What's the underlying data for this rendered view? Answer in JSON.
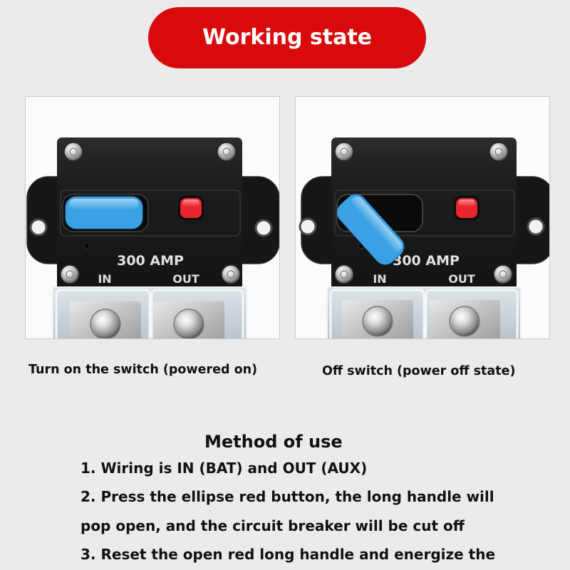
{
  "banner": {
    "title": "Working state"
  },
  "panels": [
    {
      "caption": "Turn on the switch (powered on)",
      "handle_open": false,
      "device": {
        "rating": "300 AMP",
        "in_label": "IN",
        "out_label": "OUT"
      }
    },
    {
      "caption": "Off switch (power off state)",
      "handle_open": true,
      "device": {
        "rating": "300 AMP",
        "in_label": "IN",
        "out_label": "OUT"
      }
    }
  ],
  "instructions": {
    "heading": "Method of use",
    "lines": [
      "1. Wiring is IN (BAT) and OUT (AUX)",
      "2. Press the ellipse red button, the long handle will",
      "pop open, and the circuit breaker will be cut off",
      "3. Reset the open red long handle and energize the"
    ]
  },
  "colors": {
    "page_background": "#ebebeb",
    "banner": "#d90a0c",
    "banner_text": "#ffffff",
    "text": "#111111",
    "breaker_body": "#1b1b1b",
    "handle": "#3aa2e4",
    "reset_button": "#e8262c"
  }
}
